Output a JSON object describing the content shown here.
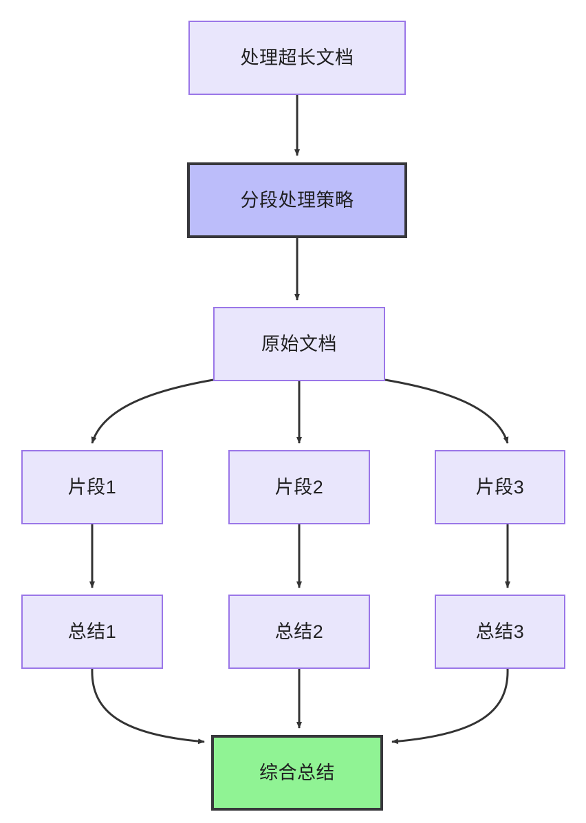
{
  "diagram": {
    "type": "flowchart",
    "direction": "top-to-bottom",
    "background_color": "#ffffff",
    "edge_color": "#333333",
    "palette": {
      "light_fill": "#e9e6fc",
      "light_border": "#9a76e8",
      "accent_fill": "#bcbdfa",
      "accent_border": "#37373b",
      "success_fill": "#90f394",
      "success_border": "#37373b",
      "text_color": "#1f1f20"
    },
    "nodes": {
      "process_long_doc": {
        "label": "处理超长文档",
        "style": "light"
      },
      "chunk_strategy": {
        "label": "分段处理策略",
        "style": "accent"
      },
      "source_doc": {
        "label": "原始文档",
        "style": "light"
      },
      "fragment_1": {
        "label": "片段1",
        "style": "light"
      },
      "fragment_2": {
        "label": "片段2",
        "style": "light"
      },
      "fragment_3": {
        "label": "片段3",
        "style": "light"
      },
      "summary_1": {
        "label": "总结1",
        "style": "light"
      },
      "summary_2": {
        "label": "总结2",
        "style": "light"
      },
      "summary_3": {
        "label": "总结3",
        "style": "light"
      },
      "final_summary": {
        "label": "综合总结",
        "style": "success"
      }
    },
    "edges": [
      {
        "from": "process_long_doc",
        "to": "chunk_strategy",
        "shape": "straight"
      },
      {
        "from": "chunk_strategy",
        "to": "source_doc",
        "shape": "straight"
      },
      {
        "from": "source_doc",
        "to": "fragment_1",
        "shape": "curve-left"
      },
      {
        "from": "source_doc",
        "to": "fragment_2",
        "shape": "straight"
      },
      {
        "from": "source_doc",
        "to": "fragment_3",
        "shape": "curve-right"
      },
      {
        "from": "fragment_1",
        "to": "summary_1",
        "shape": "straight"
      },
      {
        "from": "fragment_2",
        "to": "summary_2",
        "shape": "straight"
      },
      {
        "from": "fragment_3",
        "to": "summary_3",
        "shape": "straight"
      },
      {
        "from": "summary_1",
        "to": "final_summary",
        "shape": "curve-right"
      },
      {
        "from": "summary_2",
        "to": "final_summary",
        "shape": "straight"
      },
      {
        "from": "summary_3",
        "to": "final_summary",
        "shape": "curve-left"
      }
    ]
  }
}
